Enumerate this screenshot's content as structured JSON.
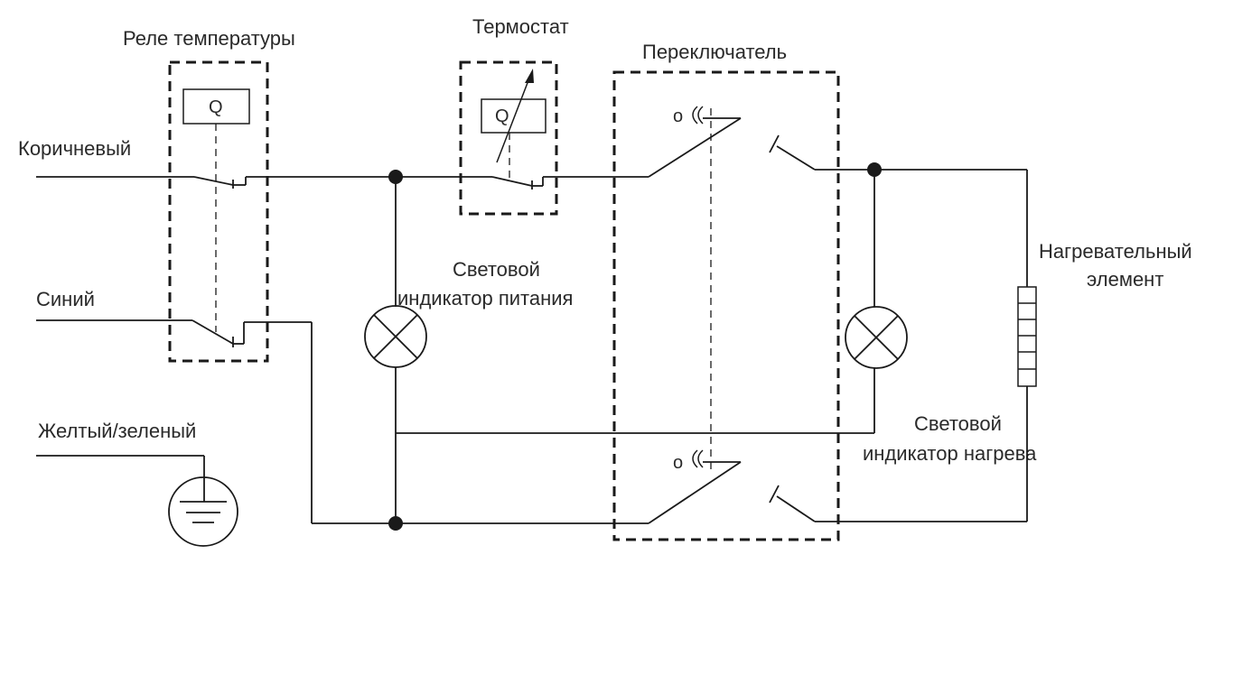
{
  "labels": {
    "relay": "Реле температуры",
    "thermostat": "Термостат",
    "switch": "Переключатель",
    "brown": "Коричневый",
    "blue": "Синий",
    "ground": "Желтый/зеленый",
    "power_indicator_line1": "Световой",
    "power_indicator_line2": "индикатор питания",
    "heater_line1": "Нагревательный",
    "heater_line2": "элемент",
    "heat_indicator_line1": "Световой",
    "heat_indicator_line2": "индикатор нагрева"
  },
  "symbols": {
    "relay_q": "Q",
    "thermostat_q": "Q",
    "switch_top_o": "o",
    "switch_bottom_o": "o"
  }
}
